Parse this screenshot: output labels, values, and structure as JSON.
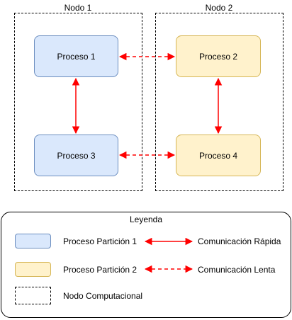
{
  "nodes": {
    "node1_title": "Nodo 1",
    "node2_title": "Nodo 2"
  },
  "processes": {
    "p1": "Proceso 1",
    "p2": "Proceso 2",
    "p3": "Proceso 3",
    "p4": "Proceso 4"
  },
  "legend": {
    "title": "Leyenda",
    "partition1": "Proceso Partición 1",
    "partition2": "Proceso Partición 2",
    "node": "Nodo Computacional",
    "fast": "Comunicación Rápida",
    "slow": "Comunicación Lenta"
  },
  "colors": {
    "partition1_fill": "#dae8fc",
    "partition1_stroke": "#6c8ebf",
    "partition2_fill": "#fff2cc",
    "partition2_stroke": "#d6b656",
    "arrow": "#ff0000"
  }
}
